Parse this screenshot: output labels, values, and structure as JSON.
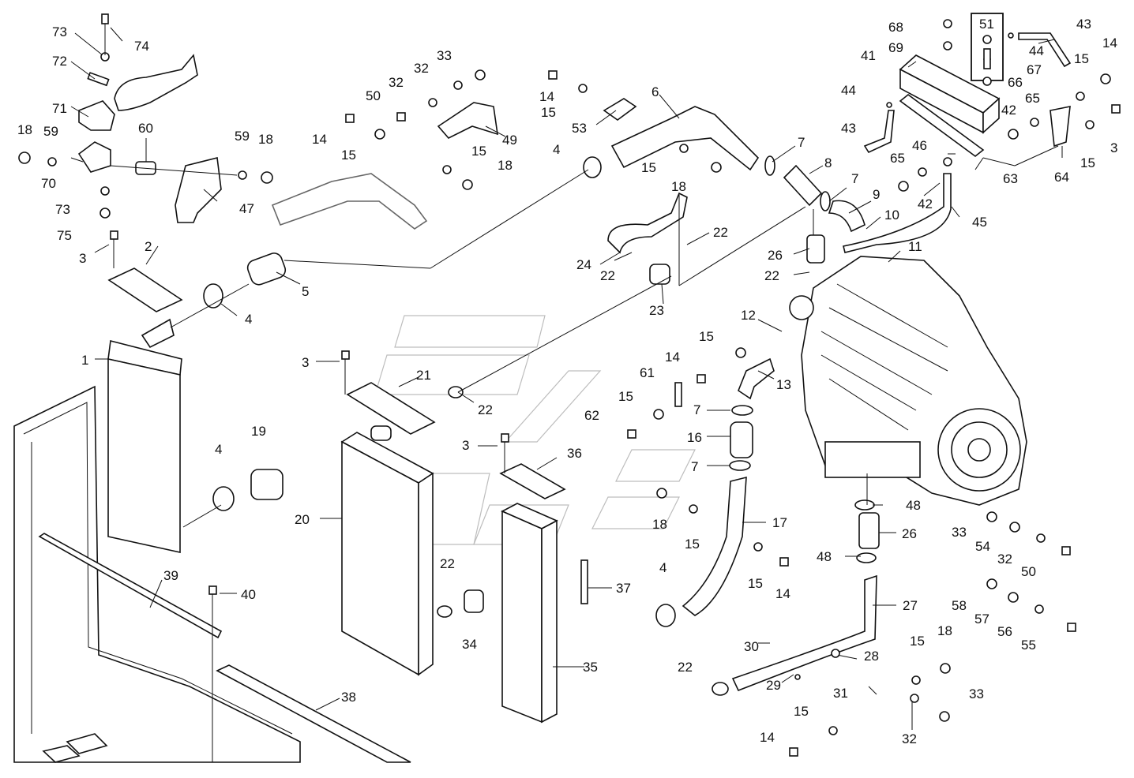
{
  "callouts": [
    "1",
    "2",
    "3",
    "4",
    "5",
    "6",
    "7",
    "8",
    "9",
    "10",
    "11",
    "12",
    "13",
    "14",
    "15",
    "16",
    "17",
    "18",
    "19",
    "20",
    "21",
    "22",
    "23",
    "24",
    "26",
    "27",
    "28",
    "29",
    "30",
    "31",
    "32",
    "33",
    "34",
    "35",
    "36",
    "37",
    "38",
    "39",
    "40",
    "41",
    "42",
    "43",
    "44",
    "45",
    "46",
    "47",
    "48",
    "49",
    "50",
    "51",
    "53",
    "54",
    "55",
    "56",
    "57",
    "58",
    "59",
    "60",
    "61",
    "62",
    "63",
    "64",
    "65",
    "66",
    "67",
    "68",
    "69",
    "70",
    "71",
    "72",
    "73",
    "74",
    "75"
  ]
}
